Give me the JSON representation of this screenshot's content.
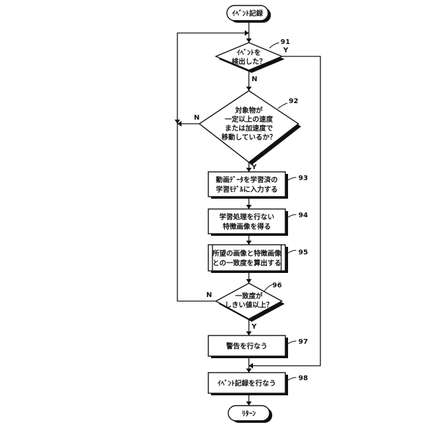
{
  "start": "ｲﾍﾞﾝﾄ記録",
  "end": "ﾘﾀｰﾝ",
  "steps": {
    "s91": {
      "lines": [
        "ｲﾍﾞﾝﾄを",
        "検出した？"
      ],
      "ref": "91"
    },
    "s92": {
      "lines": [
        "対象物が",
        "一定以上の速度",
        "または加速度で",
        "移動しているか？"
      ],
      "ref": "92"
    },
    "s93": {
      "lines": [
        "動画ﾃﾞｰﾀを学習済の",
        "学習ﾓﾃﾞﾙに入力する"
      ],
      "ref": "93"
    },
    "s94": {
      "lines": [
        "学習処理を行ない",
        "特徴画像を得る"
      ],
      "ref": "94"
    },
    "s95": {
      "lines": [
        "所望の画像と特徴画像",
        "との一致度を算出する"
      ],
      "ref": "95"
    },
    "s96": {
      "lines": [
        "一致度が",
        "しきい値以上？"
      ],
      "ref": "96"
    },
    "s97": {
      "lines": [
        "警告を行なう"
      ],
      "ref": "97"
    },
    "s98": {
      "lines": [
        "ｲﾍﾞﾝﾄ記録を行なう"
      ],
      "ref": "98"
    }
  },
  "branches": {
    "yes": "Y",
    "no": "N"
  }
}
